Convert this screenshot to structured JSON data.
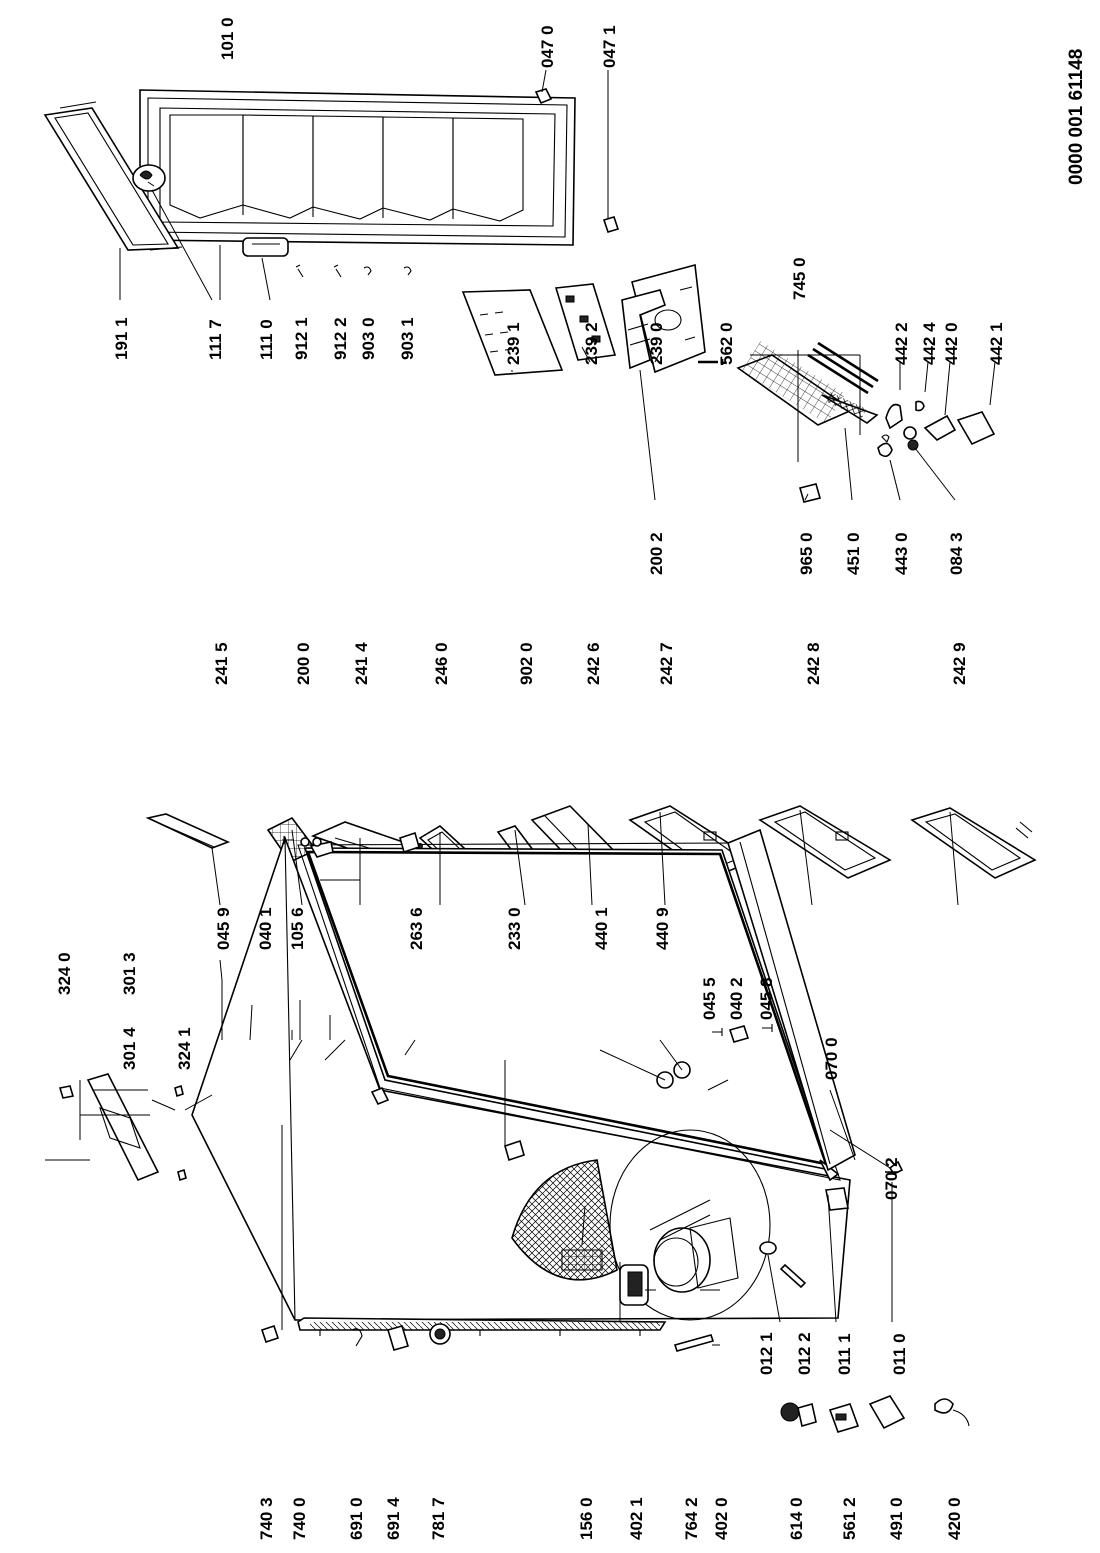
{
  "document_code": "0000 001 61148",
  "labels": {
    "p1010": "101 0",
    "p0470": "047 0",
    "p0471": "047 1",
    "p1911": "191 1",
    "p1117": "111 7",
    "p1110": "111 0",
    "p9121": "912 1",
    "p9122": "912 2",
    "p9030": "903 0",
    "p9031": "903 1",
    "p7450": "745 0",
    "p2391": "239 1",
    "p2392": "239 2",
    "p2390": "239 0",
    "p5620": "562 0",
    "p4422": "442 2",
    "p4424": "442 4",
    "p4420": "442 0",
    "p4421": "442 1",
    "p2002": "200 2",
    "p9650": "965 0",
    "p4510": "451 0",
    "p4430": "443 0",
    "p0843": "084 3",
    "p2415": "241 5",
    "p2000": "200 0",
    "p2414": "241 4",
    "p2460": "246 0",
    "p9020": "902 0",
    "p2426": "242 6",
    "p2427": "242 7",
    "p2428": "242 8",
    "p2429": "242 9",
    "p3240": "324 0",
    "p3013": "301 3",
    "p3014": "301 4",
    "p3241": "324 1",
    "p0459": "045 9",
    "p0401": "040 1",
    "p1056": "105 6",
    "p2636": "263 6",
    "p2330": "233 0",
    "p4401": "440 1",
    "p4409": "440 9",
    "p0455": "045 5",
    "p0402": "040 2",
    "p0458": "045 8",
    "p0700": "070 0",
    "p0702": "070 2",
    "p7403": "740 3",
    "p7400": "740 0",
    "p6910": "691 0",
    "p6914": "691 4",
    "p7817": "781 7",
    "p1560": "156 0",
    "p4021": "402 1",
    "p7642": "764 2",
    "p4020": "402 0",
    "p6140": "614 0",
    "p5612": "561 2",
    "p4910": "491 0",
    "p4200": "420 0",
    "p0121": "012 1",
    "p0122": "012 2",
    "p0111": "011 1",
    "p0110": "011 0"
  }
}
